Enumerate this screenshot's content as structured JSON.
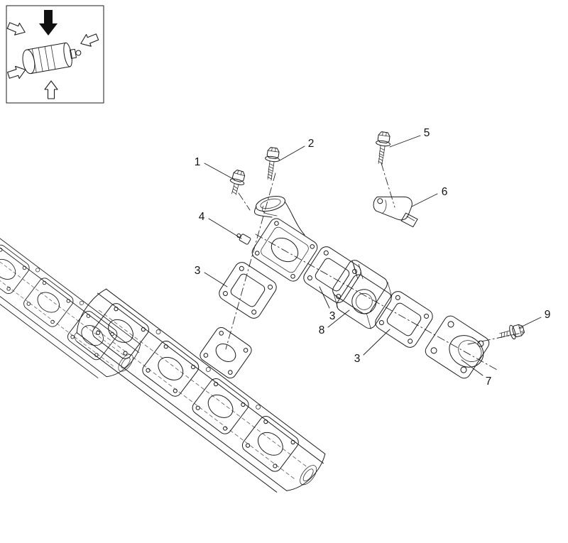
{
  "diagram": {
    "type": "exploded-parts-diagram",
    "colors": {
      "line": "#1c1c1c",
      "background": "#ffffff"
    },
    "callouts": [
      {
        "label": "1"
      },
      {
        "label": "2"
      },
      {
        "label": "3"
      },
      {
        "label": "3"
      },
      {
        "label": "3"
      },
      {
        "label": "4"
      },
      {
        "label": "5"
      },
      {
        "label": "6"
      },
      {
        "label": "7"
      },
      {
        "label": "8"
      },
      {
        "label": "9"
      }
    ]
  }
}
